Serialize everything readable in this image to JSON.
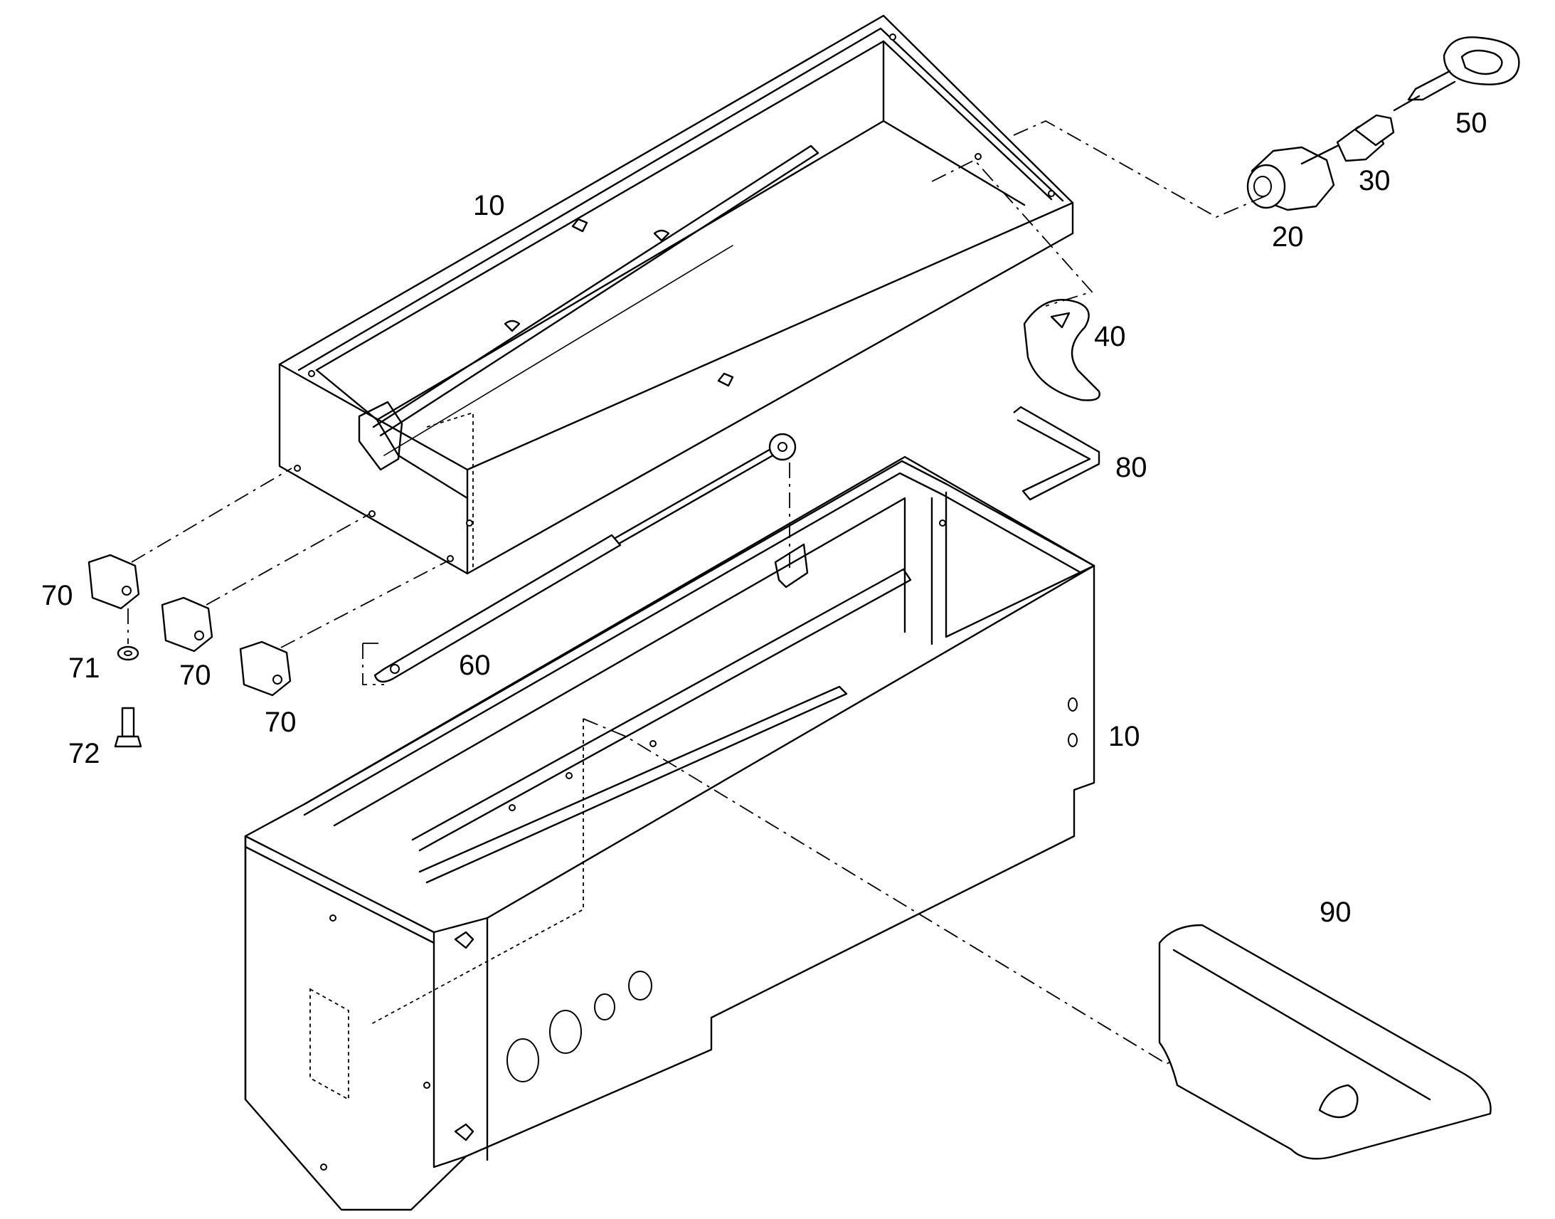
{
  "callouts": {
    "lid_body": "10",
    "lock_housing": "20",
    "lock_cylinder": "30",
    "latch_cam": "40",
    "key": "50",
    "gas_spring": "60",
    "hinge_a": "70",
    "hinge_b": "70",
    "hinge_c": "70",
    "washer": "71",
    "screw": "72",
    "support_bar": "80",
    "base_body": "10",
    "edge_guard": "90"
  }
}
